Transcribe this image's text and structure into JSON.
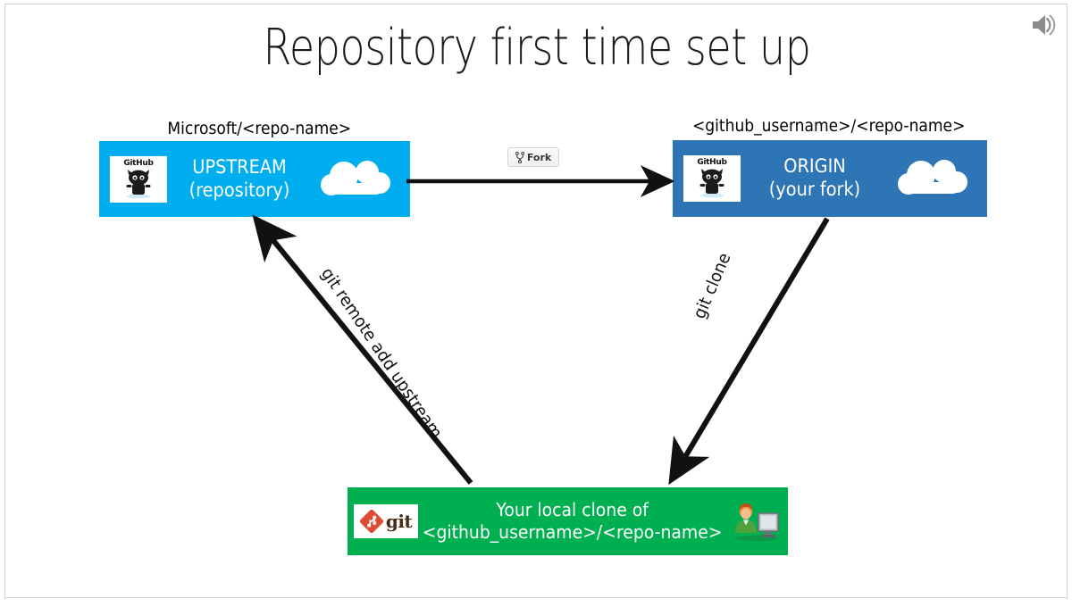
{
  "slide": {
    "title": "Repository first time set up",
    "background_color": "#ffffff",
    "border_color": "#d0d0d0"
  },
  "speaker_icon": {
    "name": "speaker-icon",
    "color": "#909090"
  },
  "nodes": [
    {
      "id": "upstream",
      "caption": "Microsoft/<repo-name>",
      "label_line1": "UPSTREAM",
      "label_line2": "(repository)",
      "color": "#00AEEF",
      "logo": "github-octocat-logo",
      "logo_text": "GitHub",
      "decoration": "cloud-icon"
    },
    {
      "id": "origin",
      "caption": "<github_username>/<repo-name>",
      "label_line1": "ORIGIN",
      "label_line2": "(your fork)",
      "color": "#2E75B6",
      "logo": "github-octocat-logo",
      "logo_text": "GitHub",
      "decoration": "cloud-icon"
    },
    {
      "id": "local",
      "label_line1": "Your local clone of",
      "label_line2": "<github_username>/<repo-name>",
      "color": "#00B050",
      "logo": "git-logo",
      "logo_text": "git",
      "decoration": "person-at-computer-icon"
    }
  ],
  "fork_button": {
    "label": "Fork",
    "icon": "fork-branch-icon"
  },
  "arrows": [
    {
      "id": "fork-arrow",
      "from": "upstream",
      "to": "origin",
      "label": "",
      "direction": "left-to-right"
    },
    {
      "id": "clone-arrow",
      "from": "origin",
      "to": "local",
      "label": "git clone",
      "direction": "down-left"
    },
    {
      "id": "remote-add-arrow",
      "from": "local",
      "to": "upstream",
      "label": "git remote add upstream",
      "direction": "up-left"
    }
  ],
  "chart_data": {
    "type": "diagram",
    "title": "Repository first time set up",
    "nodes": [
      "UPSTREAM (repository)",
      "ORIGIN (your fork)",
      "Your local clone of <github_username>/<repo-name>"
    ],
    "edges": [
      {
        "from": "UPSTREAM (repository)",
        "to": "ORIGIN (your fork)",
        "label": "Fork"
      },
      {
        "from": "ORIGIN (your fork)",
        "to": "Your local clone of <github_username>/<repo-name>",
        "label": "git clone"
      },
      {
        "from": "Your local clone of <github_username>/<repo-name>",
        "to": "UPSTREAM (repository)",
        "label": "git remote add upstream"
      }
    ]
  }
}
